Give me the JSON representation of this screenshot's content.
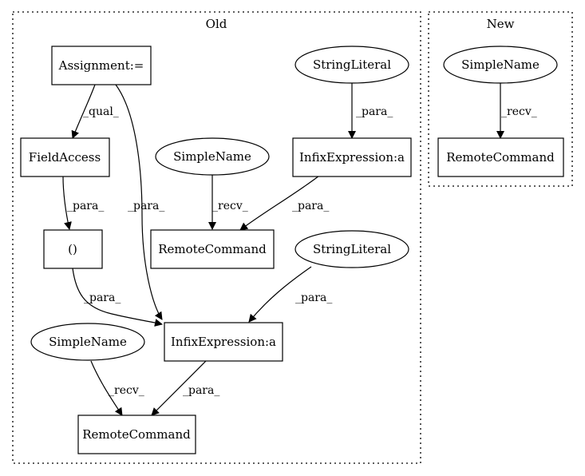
{
  "clusters": [
    {
      "id": "old",
      "label": "Old"
    },
    {
      "id": "new",
      "label": "New"
    }
  ],
  "nodes": [
    {
      "id": "assign",
      "label": "Assignment:=",
      "shape": "box"
    },
    {
      "id": "sl1",
      "label": "StringLiteral",
      "shape": "ellipse"
    },
    {
      "id": "fa",
      "label": "FieldAccess",
      "shape": "box"
    },
    {
      "id": "sn1",
      "label": "SimpleName",
      "shape": "ellipse"
    },
    {
      "id": "infix1",
      "label": "InfixExpression:a",
      "shape": "box"
    },
    {
      "id": "paren",
      "label": "()",
      "shape": "box"
    },
    {
      "id": "rc1",
      "label": "RemoteCommand",
      "shape": "box"
    },
    {
      "id": "sl2",
      "label": "StringLiteral",
      "shape": "ellipse"
    },
    {
      "id": "sn2",
      "label": "SimpleName",
      "shape": "ellipse"
    },
    {
      "id": "infix2",
      "label": "InfixExpression:a",
      "shape": "box"
    },
    {
      "id": "rc2",
      "label": "RemoteCommand",
      "shape": "box"
    },
    {
      "id": "sn3",
      "label": "SimpleName",
      "shape": "ellipse"
    },
    {
      "id": "rc3",
      "label": "RemoteCommand",
      "shape": "box"
    }
  ],
  "edges": [
    {
      "id": "e1",
      "from": "assign",
      "to": "fa",
      "label": "_qual_"
    },
    {
      "id": "e2",
      "from": "assign",
      "to": "infix2",
      "label": "_para_"
    },
    {
      "id": "e3",
      "from": "sl1",
      "to": "infix1",
      "label": "_para_"
    },
    {
      "id": "e4",
      "from": "fa",
      "to": "paren",
      "label": "_para_"
    },
    {
      "id": "e5",
      "from": "sn1",
      "to": "rc1",
      "label": "_recv_"
    },
    {
      "id": "e6",
      "from": "infix1",
      "to": "rc1",
      "label": "_para_"
    },
    {
      "id": "e7",
      "from": "paren",
      "to": "infix2",
      "label": "_para_"
    },
    {
      "id": "e8",
      "from": "sl2",
      "to": "infix2",
      "label": "_para_"
    },
    {
      "id": "e9",
      "from": "sn2",
      "to": "rc2",
      "label": "_recv_"
    },
    {
      "id": "e10",
      "from": "infix2",
      "to": "rc2",
      "label": "_para_"
    },
    {
      "id": "e11",
      "from": "sn3",
      "to": "rc3",
      "label": "_recv_"
    }
  ]
}
